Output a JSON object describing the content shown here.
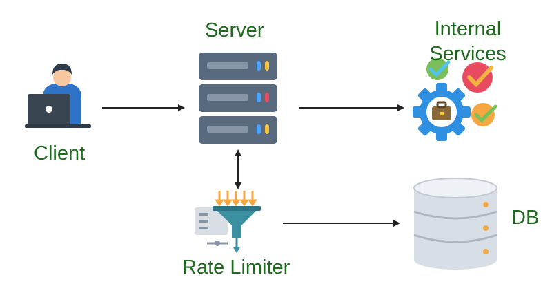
{
  "nodes": {
    "server": {
      "label": "Server"
    },
    "internal_services": {
      "label_line1": "Internal",
      "label_line2": "Services"
    },
    "client": {
      "label": "Client"
    },
    "rate_limiter": {
      "label": "Rate Limiter"
    },
    "db": {
      "label": "DB"
    }
  },
  "colors": {
    "label_green": "#1e6b1e",
    "server_body": "#5a6a7e",
    "gear_blue": "#2f8fe0",
    "db_body": "#d8dee6",
    "funnel_teal": "#3a8fa0",
    "arrow": "#222222"
  },
  "icons": {
    "client": "user-laptop-icon",
    "server": "server-rack-icon",
    "internal_services": "gear-briefcase-checks-icon",
    "rate_limiter": "funnel-filter-icon",
    "db": "database-cylinder-icon"
  }
}
